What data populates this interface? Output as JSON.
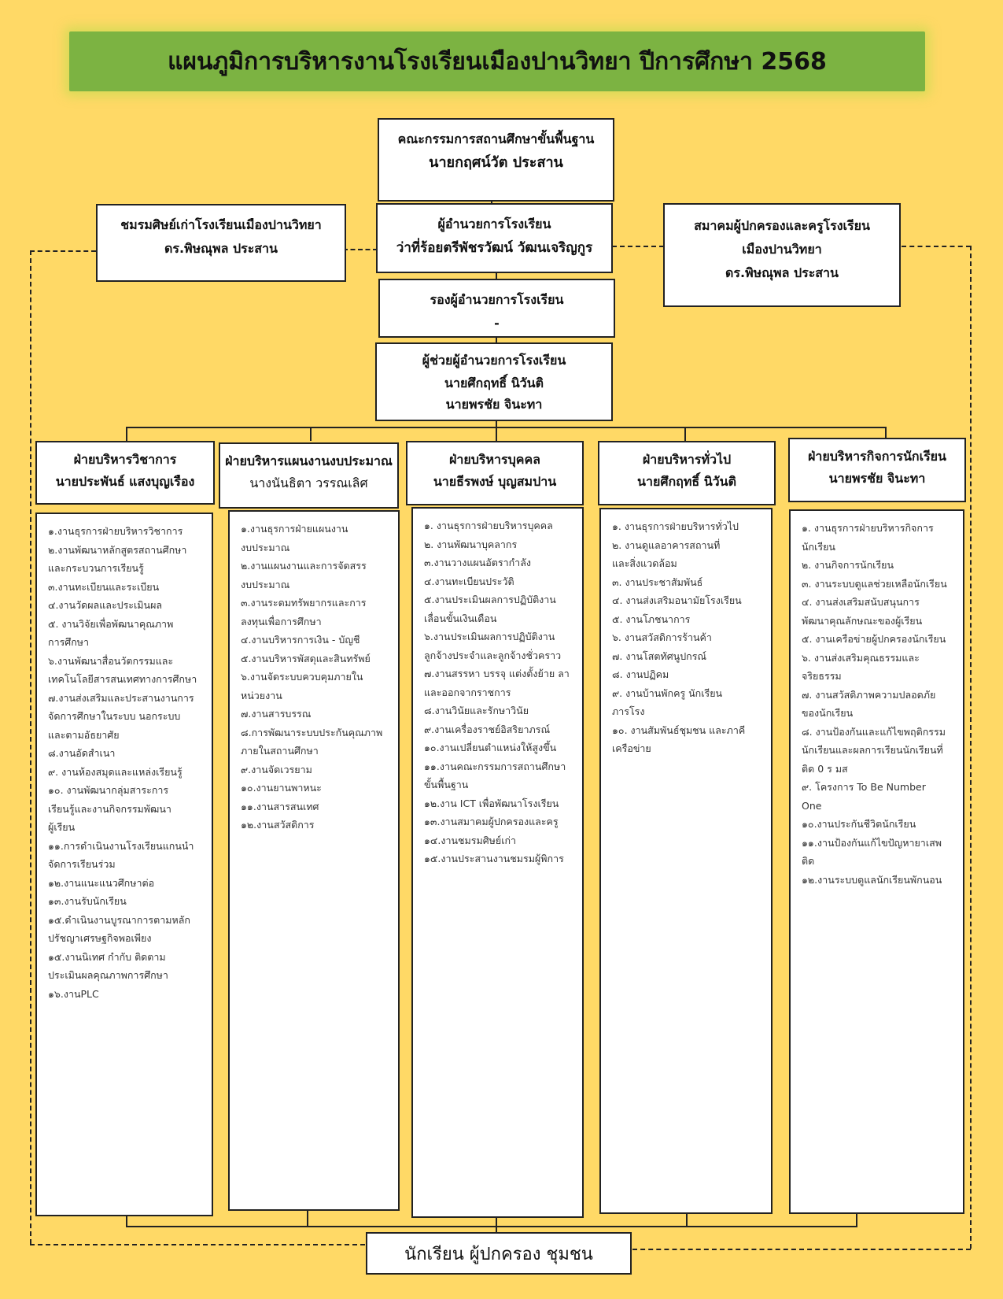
{
  "title": "แผนภูมิการบริหารงานโรงเรียนเมืองปานวิทยา ปีการศึกษา 2568",
  "board": {
    "line1": "คณะกรรมการสถานศึกษาขั้นพื้นฐาน",
    "line2": "นายกฤศน์วัต ประสาน"
  },
  "alumni": {
    "line1": "ชมรมศิษย์เก่าโรงเรียนเมืองปานวิทยา",
    "line2": "ดร.พิษณุพล ประสาน"
  },
  "director": {
    "line1": "ผู้อำนวยการโรงเรียน",
    "line2": "ว่าที่ร้อยตรีพัชรวัฒน์ วัฒนเจริญกูร"
  },
  "parents": {
    "line1": "สมาคมผู้ปกครองและครูโรงเรียน",
    "line2": "เมืองปานวิทยา",
    "line3": "ดร.พิษณุพล ประสาน"
  },
  "deputy": {
    "line1": "รองผู้อำนวยการโรงเรียน",
    "line2": "-"
  },
  "assistant": {
    "line1": "ผู้ช่วยผู้อำนวยการโรงเรียน",
    "line2": "นายศึกฤทธิ์  นิวันติ",
    "line3": "นายพรชัย จินะทา"
  },
  "departments": [
    {
      "title": "ฝ่ายบริหารวิชาการ",
      "head": "นายประพันธ์   แสงบุญเรือง"
    },
    {
      "title": "ฝ่ายบริหารแผนงานงบประมาณ",
      "head": "นางนันธิตา วรรณเลิศ"
    },
    {
      "title": "ฝ่ายบริหารบุคคล",
      "head": "นายธีรพงษ์ บุญสมปาน"
    },
    {
      "title": "ฝ่ายบริหารทั่วไป",
      "head": "นายศึกฤทธิ์  นิวันติ"
    },
    {
      "title": "ฝ่ายบริหารกิจการนักเรียน",
      "head": "นายพรชัย จินะทา"
    }
  ],
  "lists": [
    [
      "๑.งานธุรการฝ่ายบริหารวิชาการ",
      "๒.งานพัฒนาหลักสูตรสถานศึกษา",
      "และกระบวนการเรียนรู้",
      "๓.งานทะเบียนและระเบียน",
      "๔.งานวัดผลและประเมินผล",
      "๕. งานวิจัยเพื่อพัฒนาคุณภาพ",
      "การศึกษา",
      "๖.งานพัฒนาสื่อนวัตกรรมและ",
      "เทคโนโลยีสารสนเทศทางการศึกษา",
      "๗.งานส่งเสริมและประสานงานการ",
      "จัดการศึกษาในระบบ นอกระบบ",
      "และตามอัธยาศัย",
      "๘.งานอัดสำเนา",
      "๙. งานห้องสมุดและแหล่งเรียนรู้",
      "๑๐. งานพัฒนากลุ่มสาระการ",
      "เรียนรู้และงานกิจกรรมพัฒนา",
      "ผู้เรียน",
      "๑๑.การดำเนินงานโรงเรียนแกนนำ",
      "จัดการเรียนร่วม",
      " ๑๒.งานแนะแนวศึกษาต่อ",
      " ๑๓.งานรับนักเรียน",
      "๑๕.ดำเนินงานบูรณาการตามหลัก",
      "ปรัชญาเศรษฐกิจพอเพียง",
      "๑๕.งานนิเทศ กำกับ ติดตาม",
      "ประเมินผลคุณภาพการศึกษา",
      "๑๖.งานPLC"
    ],
    [
      "๑.งานธุรการฝ่ายแผนงาน",
      "งบประมาณ",
      " ๒.งานแผนงานและการจัดสรร",
      "งบประมาณ",
      "๓.งานระดมทรัพยากรและการ",
      "ลงทุนเพื่อการศึกษา",
      "๔.งานบริหารการเงิน - บัญชี",
      "๕.งานบริหารพัสดุและสินทรัพย์",
      " ๖.งานจัดระบบควบคุมภายใน",
      "หน่วยงาน",
      " ๗.งานสารบรรณ",
      "๘.การพัฒนาระบบประกันคุณภาพ",
      "ภายในสถานศึกษา",
      "๙.งานจัดเวรยาม",
      "๑๐.งานยานพาหนะ",
      "๑๑.งานสารสนเทศ",
      "๑๒.งานสวัสดิการ"
    ],
    [
      "๑. งานธุรการฝ่ายบริหารบุคคล",
      "๒. งานพัฒนาบุคลากร",
      "๓.งานวางแผนอัตรากำลัง",
      "๔.งานทะเบียนประวัติ",
      "๕.งานประเมินผลการปฏิบัติงาน",
      "เลื่อนขั้นเงินเดือน",
      "๖.งานประเมินผลการปฏิบัติงาน",
      "ลูกจ้างประจำและลูกจ้างชั่วคราว",
      "๗.งานสรรหา บรรจุ แต่งตั้งย้าย ลา",
      "และออกจากราชการ",
      "๘.งานวินัยและรักษาวินัย",
      "๙.งานเครื่องราชย์อิสริยาภรณ์",
      "๑๐.งานเปลี่ยนตำแหน่งให้สูงขึ้น",
      "๑๑.งานคณะกรรมการสถานศึกษา",
      "ขั้นพื้นฐาน",
      "๑๒.งาน ICT เพื่อพัฒนาโรงเรียน",
      "๑๓.งานสมาคมผู้ปกครองและครู",
      "๑๔.งานชมรมศิษย์เก่า",
      "๑๕.งานประสานงานชมรมผู้พิการ"
    ],
    [
      "๑. งานธุรการฝ่ายบริหารทั่วไป",
      "๒. งานดูแลอาคารสถานที่",
      "    และสิ่งแวดล้อม",
      "๓. งานประชาสัมพันธ์",
      "๔. งานส่งเสริมอนามัยโรงเรียน",
      "๕. งานโภชนาการ",
      "๖. งานสวัสดิการร้านค้า",
      "๗. งานโสตทัศนูปกรณ์",
      "๘. งานปฏิคม",
      "๙. งานบ้านพักครู  นักเรียน",
      "    ภารโรง",
      "๑๐. งานสัมพันธ์ชุมชน และภาคี",
      "    เครือข่าย"
    ],
    [
      "๑. งานธุรการฝ่ายบริหารกิจการ",
      "นักเรียน",
      "๒. งานกิจการนักเรียน",
      "๓. งานระบบดูแลช่วยเหลือนักเรียน",
      "๔.  งานส่งเสริมสนับสนุนการ",
      "พัฒนาคุณลักษณะของผู้เรียน",
      "๕.  งานเครือข่ายผู้ปกครองนักเรียน",
      "๖.  งานส่งเสริมคุณธรรมและ",
      "จริยธรรม",
      "๗.  งานสวัสดิภาพความปลอดภัย",
      "ของนักเรียน",
      "๘.  งานป้องกันและแก้ไขพฤติกรรม",
      "นักเรียนและผลการเรียนนักเรียนที่",
      "ติด 0 ร มส",
      "๙.  โครงการ To Be Number",
      "One",
      "๑๐.งานประกันชีวิตนักเรียน",
      "๑๑.งานป้องกันแก้ไขปัญหายาเสพ",
      "ติด",
      "๑๒.งานระบบดูแลนักเรียนพักนอน"
    ]
  ],
  "bottom": "นักเรียน  ผู้ปกครอง  ชุมชน"
}
